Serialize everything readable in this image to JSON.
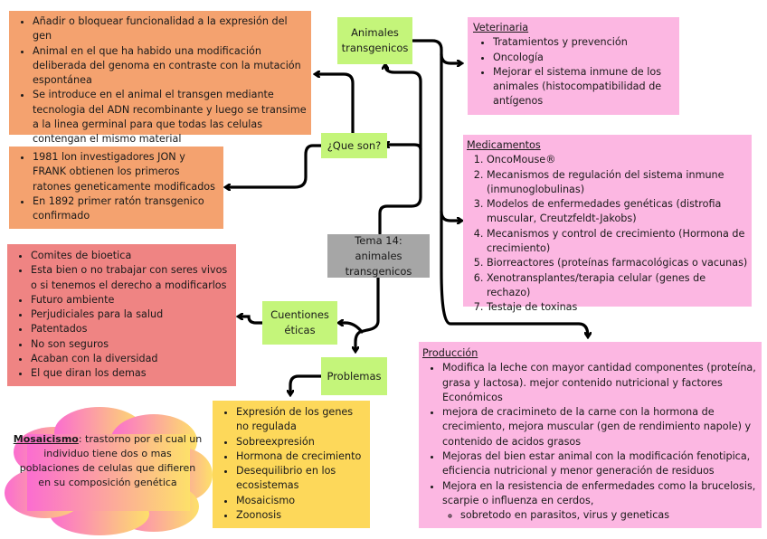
{
  "central": {
    "title": "Tema 14: animales transgenicos"
  },
  "nodes": {
    "animales": "Animales transgenicos",
    "que_son": "¿Que son?",
    "cuestiones": "Cuentiones éticas",
    "problemas": "Problemas"
  },
  "definition": {
    "items": [
      "Añadir o bloquear funcionalidad a la expresión del gen",
      "Animal en el que ha habido una modificación deliberada del genoma en contraste con la mutación espontánea",
      "Se introduce en el animal el transgen mediante tecnologia del ADN recombinante y luego se transime a la linea germinal para que todas las celulas contengan el mismo material"
    ]
  },
  "history": {
    "items": [
      "1981 lon investigadores JON y FRANK obtienen los primeros ratones geneticamente modificados",
      "En 1892 primer ratón transgenico confirmado"
    ]
  },
  "ethics": {
    "items": [
      "Comites de bioetica",
      "Esta bien o no trabajar con seres vivos o si tenemos el derecho a modificarlos",
      "Futuro ambiente",
      "Perjudiciales para la salud",
      "Patentados",
      "No son seguros",
      "Acaban con la diversidad",
      "El que diran los demas"
    ]
  },
  "problems": {
    "items": [
      "Expresión de los genes no regulada",
      "Sobreexpresión",
      "Hormona de crecimiento",
      "Desequilibrio en los ecosistemas",
      "Mosaicismo",
      "Zoonosis"
    ]
  },
  "mosaicism": {
    "term": "Mosaicismo",
    "definition": ": trastorno por el cual un individuo tiene dos o mas poblaciones de celulas que difieren en su composición genética"
  },
  "veterinaria": {
    "title": "Veterinaria",
    "items": [
      "Tratamientos y prevención",
      "Oncología",
      "Mejorar el sistema inmune de los animales (histocompatibilidad de antígenos"
    ]
  },
  "medicamentos": {
    "title": "Medicamentos",
    "items": [
      "OncoMouse®",
      "Mecanismos de regulación del sistema inmune (inmunoglobulinas)",
      "Modelos de enfermedades genéticas (distrofia muscular, Creutzfeldt-Jakobs)",
      "Mecanismos y control de crecimiento (Hormona de crecimiento)",
      "Biorreactores (proteínas farmacológicas o vacunas)",
      "Xenotransplantes/terapia celular (genes de rechazo)",
      "Testaje de toxinas"
    ]
  },
  "produccion": {
    "title": "Producción",
    "items": [
      "Modifica la leche con mayor cantidad componentes (proteína, grasa y lactosa). mejor contenido nutricional y factores Económicos",
      "mejora de cracimineto de la carne con la hormona de crecimiento, mejora muscular (gen de rendimiento napole) y contenido de acidos grasos",
      "Mejoras del bien estar animal con la modificación fenotipica, eficiencia nutricional y menor generación de residuos",
      "Mejora en la resistencia de enfermedades como la brucelosis, scarpie o influenza en cerdos,"
    ],
    "subitem": "sobretodo en parasitos, virus y geneticas"
  },
  "colors": {
    "orange": "#f4a26f",
    "red": "#ef8483",
    "yellow": "#fdd85a",
    "pink": "#fcb7e2",
    "green": "#c4f57a",
    "gray": "#a6a6a6"
  }
}
